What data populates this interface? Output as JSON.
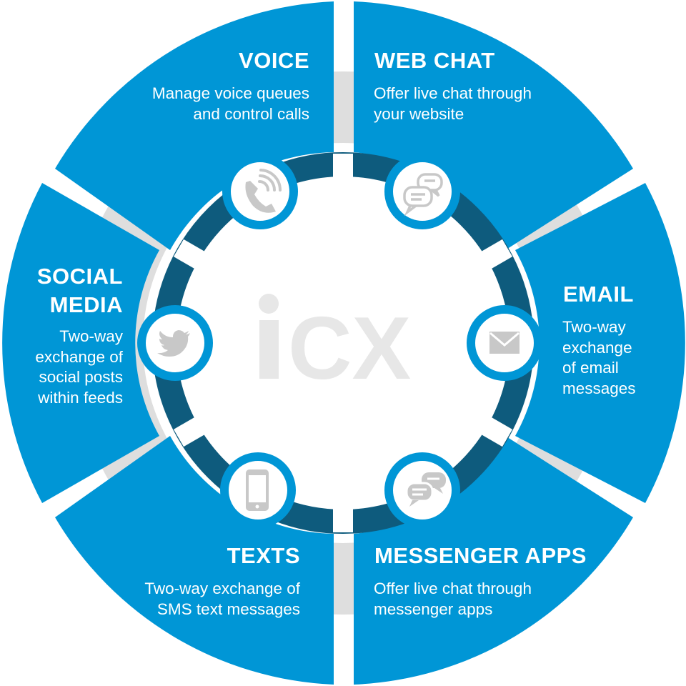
{
  "center_logo": "iCX",
  "colors": {
    "segment": "#0096d6",
    "ring": "#0e5b7d",
    "icon_circle_border": "#0096d6",
    "icon": "#c8c8c8",
    "logo": "#e7e7e7",
    "gap": "#dedede"
  },
  "segments": [
    {
      "id": "voice",
      "title": "VOICE",
      "desc": [
        "Manage voice queues",
        "and control calls"
      ],
      "icon": "phone-icon"
    },
    {
      "id": "web-chat",
      "title": "WEB CHAT",
      "desc": [
        "Offer live chat through",
        "your website"
      ],
      "icon": "chat-bubbles-icon"
    },
    {
      "id": "email",
      "title": "EMAIL",
      "desc": [
        "Two-way",
        "exchange",
        "of email",
        "messages"
      ],
      "icon": "envelope-icon"
    },
    {
      "id": "messenger-apps",
      "title": "MESSENGER APPS",
      "desc": [
        "Offer live chat through",
        "messenger apps"
      ],
      "icon": "messenger-icon"
    },
    {
      "id": "texts",
      "title": "TEXTS",
      "desc": [
        "Two-way exchange of",
        "SMS text messages"
      ],
      "icon": "smartphone-icon"
    },
    {
      "id": "social-media",
      "title": [
        "SOCIAL",
        "MEDIA"
      ],
      "desc": [
        "Two-way",
        "exchange of",
        "social posts",
        "within feeds"
      ],
      "icon": "twitter-bird-icon"
    }
  ]
}
